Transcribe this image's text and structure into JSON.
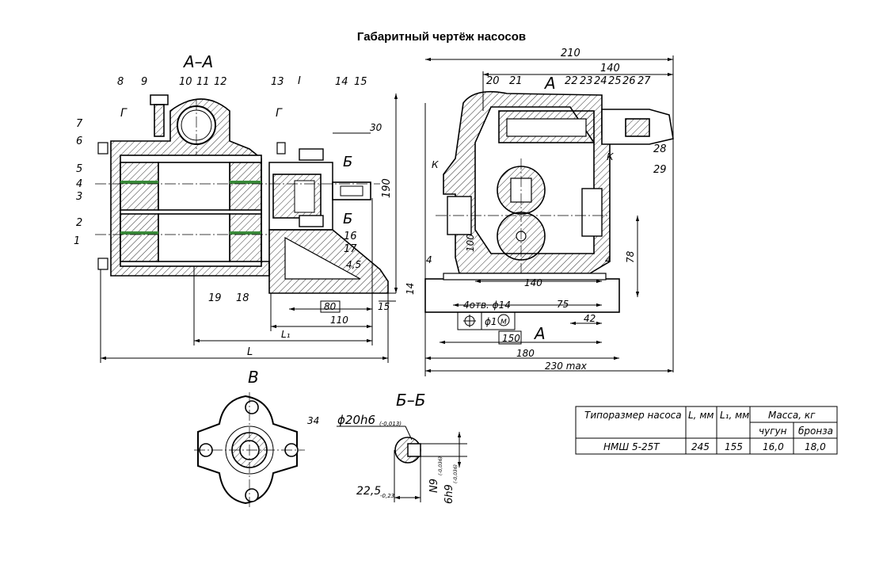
{
  "title": "Габаритный чертёж насосов",
  "view_labels": {
    "section_aa": "А–А",
    "view_v": "В",
    "section_bb": "Б–Б",
    "arrow_a_top": "А",
    "arrow_a_bottom": "А",
    "cut_b_top": "Б",
    "cut_b_bottom": "Б",
    "detail_i": "I",
    "g_left": "Г",
    "g_right": "Г",
    "k_left": "К",
    "k_right": "К"
  },
  "part_numbers": [
    "1",
    "2",
    "3",
    "4",
    "5",
    "6",
    "7",
    "8",
    "9",
    "10",
    "11",
    "12",
    "13",
    "14",
    "15",
    "16",
    "17",
    "18",
    "19",
    "20",
    "21",
    "22",
    "23",
    "24",
    "25",
    "26",
    "27",
    "28",
    "29",
    "34"
  ],
  "dimensions": {
    "d210": "210",
    "d140_top": "140",
    "d190": "190",
    "d30": "30",
    "d4_5": "4,5",
    "d80": "80",
    "d15": "15",
    "d110": "110",
    "dL1": "L₁",
    "dL": "L",
    "d100": "100",
    "d4_left": "4",
    "d4_right": "4",
    "d140_bottom": "140",
    "d78": "78",
    "d14": "14",
    "holes": "4отв. ϕ14",
    "d75": "75",
    "pos_tol": "ϕ1",
    "pos_mod": "M",
    "d42": "42",
    "d150": "150",
    "d180": "180",
    "d230": "230 max",
    "shaft_dia": "ϕ20h6",
    "shaft_dia_tol": "(-0,013)",
    "key_depth": "22,5",
    "key_depth_tol": "-0,23",
    "key_n9": "N9",
    "key_n9_tol": "(-0,036)",
    "key_h9": "6h9",
    "key_h9_tol": "(-0,036)"
  },
  "table": {
    "headers": {
      "type": "Типоразмер насоса",
      "l": "L, мм",
      "l1": "L₁, мм",
      "mass": "Масса, кг",
      "cast_iron": "чугун",
      "bronze": "бронза"
    },
    "rows": [
      {
        "type": "НМШ 5-25Т",
        "l": "245",
        "l1": "155",
        "cast_iron": "16,0",
        "bronze": "18,0"
      }
    ]
  }
}
